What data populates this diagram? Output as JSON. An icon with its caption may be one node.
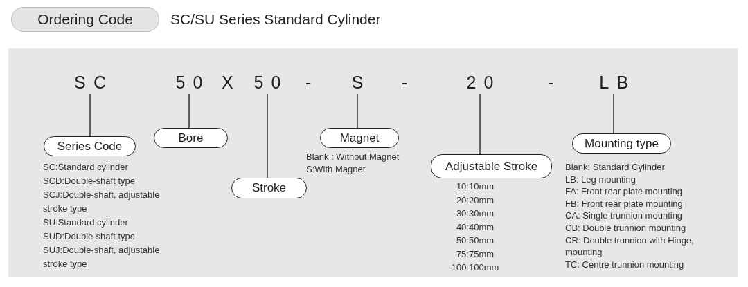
{
  "diagram": {
    "title": "SC/SU Series Standard Cylinder",
    "nodes": [
      {
        "text": [
          "Ordering Code"
        ]
      },
      {
        "text": [
          "SC"
        ]
      },
      {
        "text": [
          "50"
        ]
      },
      {
        "text": [
          "50"
        ]
      },
      {
        "text": [
          "S"
        ]
      },
      {
        "text": [
          "20"
        ]
      },
      {
        "text": [
          "LB"
        ]
      },
      {
        "text": [
          "Series Code"
        ],
        "beside": [
          "SC:Standard cylinder",
          "SCD:Double-shaft type",
          "SCJ:Double-shaft, adjustable stroke type",
          "SU:Standard cylinder",
          "SUD:Double-shaft type",
          "SUJ:Double-shaft, adjustable stroke type"
        ]
      },
      {
        "text": [
          "Bore"
        ]
      },
      {
        "text": [
          "Stroke"
        ]
      },
      {
        "text": [
          "Magnet"
        ],
        "beside": [
          "Blank : Without Magnet",
          "S:With Magnet"
        ]
      },
      {
        "text": [
          "Adjustable Stroke"
        ],
        "beside": [
          "10:10mm",
          "20:20mm",
          "30:30mm",
          "40:40mm",
          "50:50mm",
          "75:75mm",
          "100:100mm"
        ]
      },
      {
        "text": [
          "Mounting type"
        ],
        "beside": [
          "Blank: Standard Cylinder",
          "LB: Leg mounting",
          "FA: Front rear plate mounting",
          "FB: Front rear plate mounting",
          "CA: Single trunnion mounting",
          "CB: Double trunnion mounting",
          "CR: Double trunnion with Hinge, mounting",
          "TC: Centre trunnion mounting"
        ]
      }
    ],
    "edges": [
      {
        "from": 1,
        "to": 7,
        "arrow": "none"
      },
      {
        "from": 2,
        "to": 8,
        "arrow": "none"
      },
      {
        "from": 3,
        "to": 9,
        "arrow": "none"
      },
      {
        "from": 4,
        "to": 10,
        "arrow": "none"
      },
      {
        "from": 5,
        "to": 11,
        "arrow": "none"
      },
      {
        "from": 6,
        "to": 12,
        "arrow": "none"
      }
    ],
    "labels": [
      "X",
      "-",
      "-",
      "-"
    ]
  }
}
